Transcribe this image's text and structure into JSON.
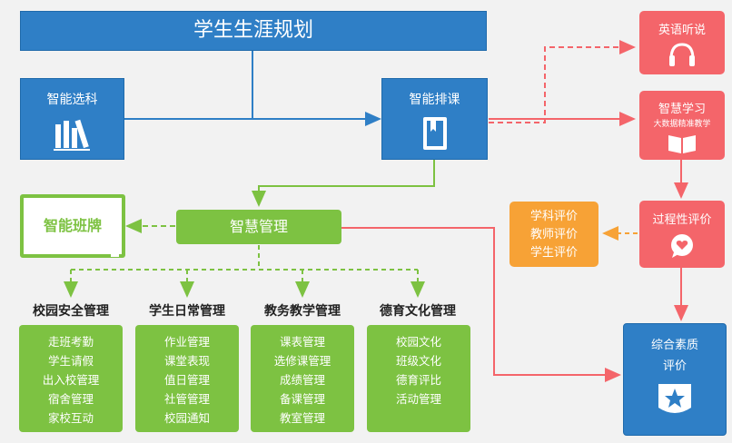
{
  "title": "学生生涯规划",
  "smart_subject": "智能选科",
  "smart_schedule": "智能排课",
  "smart_board": "智能班牌",
  "smart_management": "智慧管理",
  "english": "英语听说",
  "smart_study": {
    "title": "智慧学习",
    "subtitle": "大数据精准教学"
  },
  "process_eval": "过程性评价",
  "evals": [
    "学科评价",
    "教师评价",
    "学生评价"
  ],
  "quality_eval": {
    "line1": "综合素质",
    "line2": "评价"
  },
  "categories": [
    {
      "title": "校园安全管理",
      "items": [
        "走班考勤",
        "学生请假",
        "出入校管理",
        "宿舍管理",
        "家校互动"
      ]
    },
    {
      "title": "学生日常管理",
      "items": [
        "作业管理",
        "课堂表现",
        "值日管理",
        "社管管理",
        "校园通知"
      ]
    },
    {
      "title": "教务教学管理",
      "items": [
        "课表管理",
        "选修课管理",
        "成绩管理",
        "备课管理",
        "教室管理"
      ]
    },
    {
      "title": "德育文化管理",
      "items": [
        "校园文化",
        "班级文化",
        "德育评比",
        "活动管理"
      ]
    }
  ],
  "colors": {
    "blue": "#2f7fc6",
    "red": "#f4656a",
    "green": "#7dc242",
    "orange": "#f7a236"
  }
}
